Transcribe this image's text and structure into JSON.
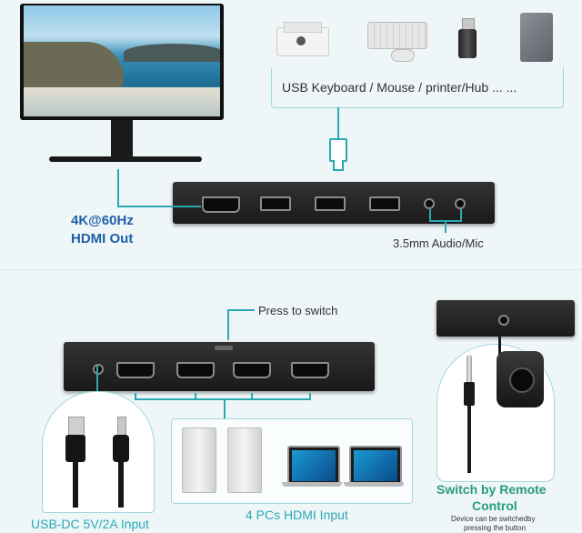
{
  "labels": {
    "usb_devices": "USB Keyboard / Mouse / printer/Hub ... ...",
    "hdmi_out_line1": "4K@60Hz",
    "hdmi_out_line2": "HDMI Out",
    "audio": "3.5mm Audio/Mic",
    "press_to_switch": "Press to switch",
    "pcs_input": "4 PCs HDMI Input",
    "usb_dc": "USB-DC 5V/2A Input",
    "remote_line1": "Switch by Remote",
    "remote_line2": "Control",
    "remote_note_line1": "Device can be switchedby",
    "remote_note_line2": "pressing the button"
  },
  "colors": {
    "accent": "#2aa9b5",
    "title_blue": "#1f5fa8",
    "remote_green": "#2a9c7a",
    "body_text": "#333333"
  },
  "icons": [
    "monitor-icon",
    "printer-icon",
    "keyboard-icon",
    "mouse-icon",
    "usb-drive-icon",
    "hard-drive-icon",
    "usb-plug-icon",
    "kvm-switch-icon",
    "desktop-pc-icon",
    "laptop-icon",
    "usb-cable-icon",
    "dc-cable-icon",
    "audio-jack-icon",
    "remote-button-icon"
  ]
}
